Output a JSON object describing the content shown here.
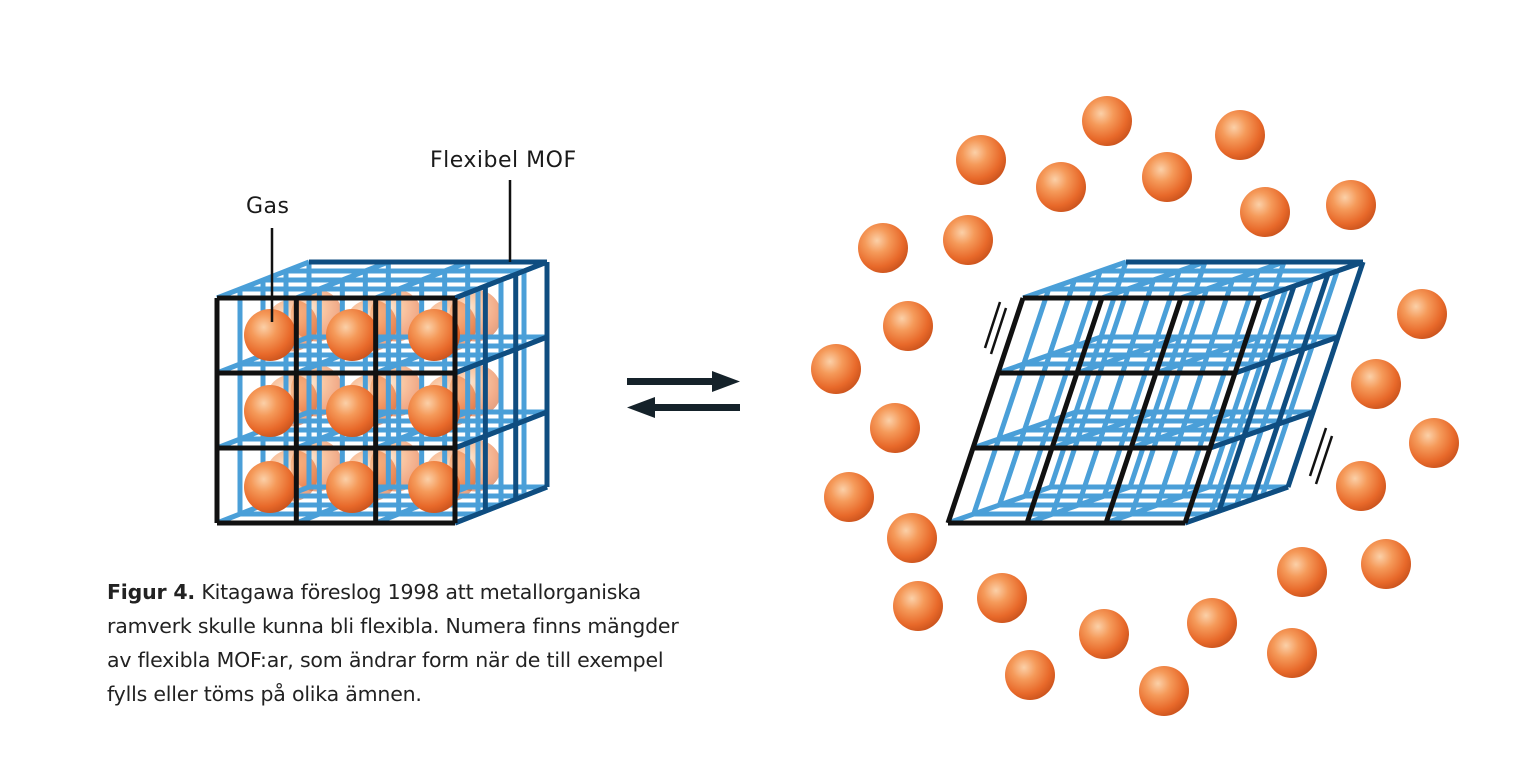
{
  "labels": {
    "gas": "Gas",
    "flexible_mof": "Flexibel MOF"
  },
  "caption": {
    "figure_label": "Figur 4.",
    "lines": [
      "Kitagawa föreslog 1998 att metallorganiska",
      "ramverk skulle kunna bli flexibla. Numera finns mängder",
      "av flexibla MOF:ar, som ändrar form när de till exempel",
      "fylls eller töms på olika ämnen."
    ]
  },
  "colors": {
    "front_frame": "#111111",
    "inner_frame": "#4a9fd8",
    "side_frame": "#0f4d80",
    "gas_sphere": "#e8692a",
    "arrow": "#15222a"
  },
  "icons": {
    "equilibrium_arrows": "reversible-arrows-icon",
    "motion_marks": "motion-lines-icon"
  }
}
